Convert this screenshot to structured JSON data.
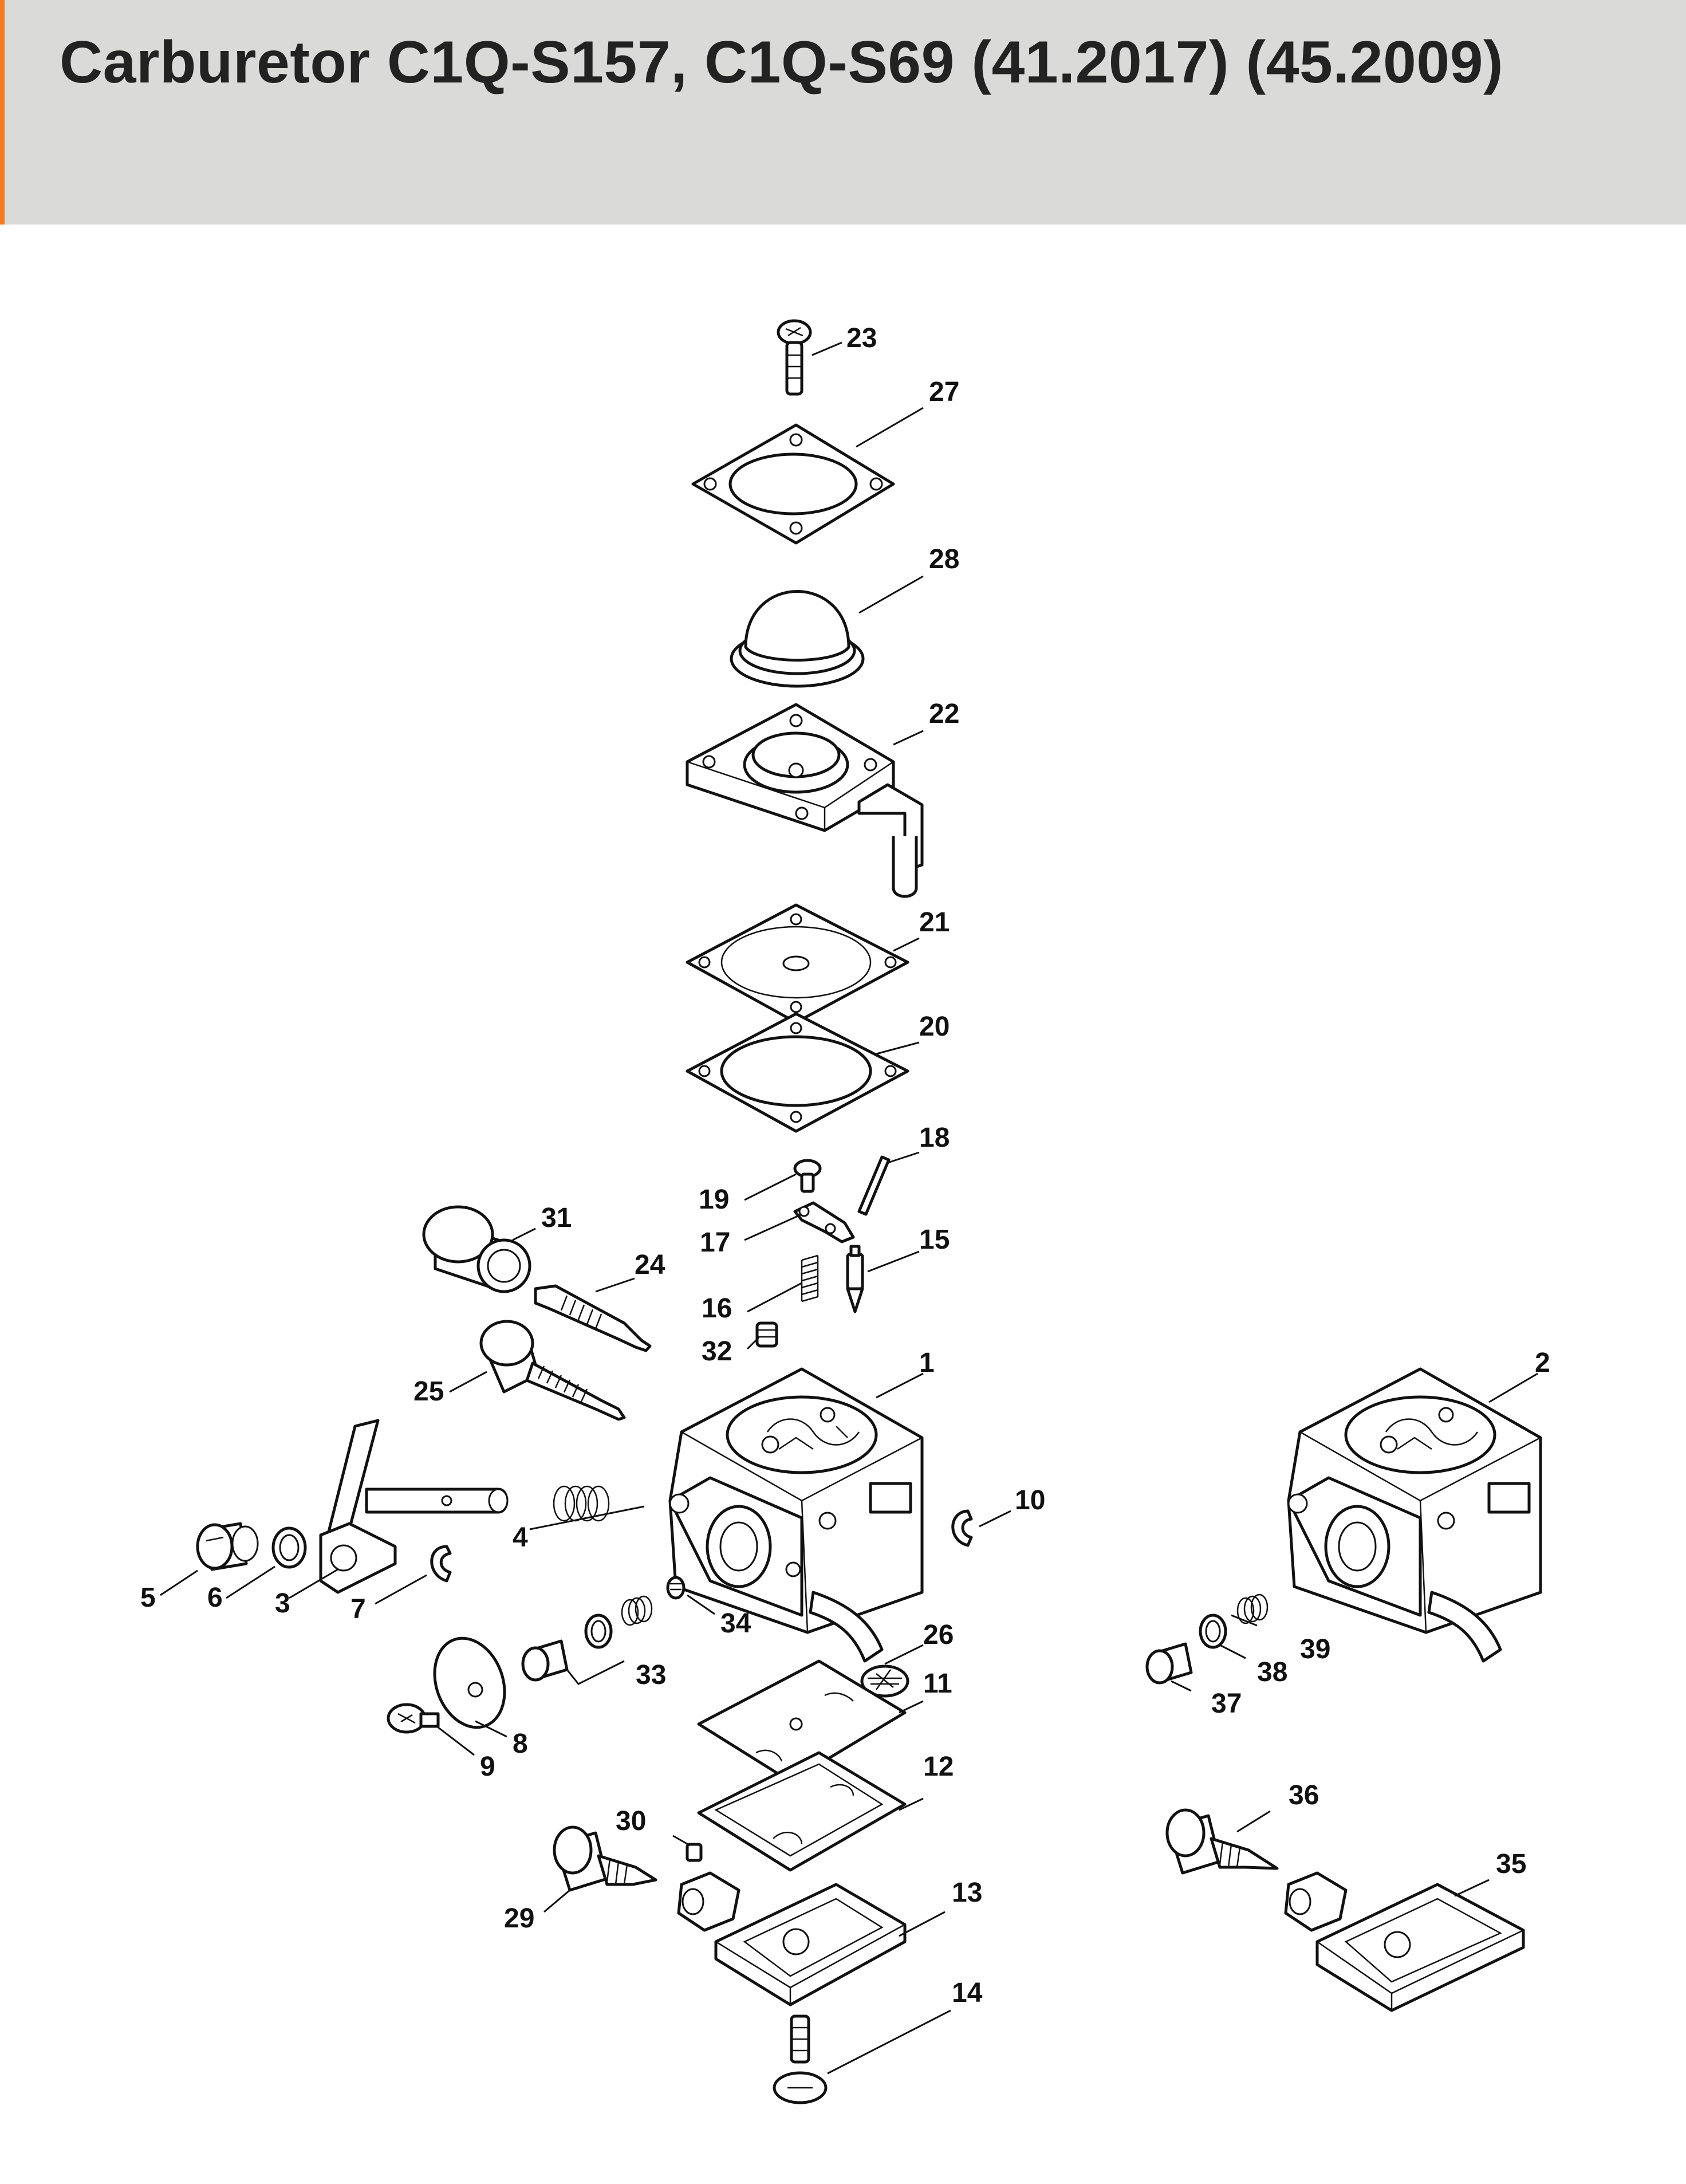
{
  "page": {
    "title": "Carburetor C1Q-S157, C1Q-S69 (41.2017) (45.2009)",
    "accent_color": "#f47c20",
    "header_bg": "#dadad8"
  },
  "diagram": {
    "parts": [
      {
        "id": "p1",
        "num": "1"
      },
      {
        "id": "p2",
        "num": "2"
      },
      {
        "id": "p3",
        "num": "3"
      },
      {
        "id": "p4",
        "num": "4"
      },
      {
        "id": "p5",
        "num": "5"
      },
      {
        "id": "p6",
        "num": "6"
      },
      {
        "id": "p7",
        "num": "7"
      },
      {
        "id": "p8",
        "num": "8"
      },
      {
        "id": "p9",
        "num": "9"
      },
      {
        "id": "p10",
        "num": "10"
      },
      {
        "id": "p11",
        "num": "11"
      },
      {
        "id": "p12",
        "num": "12"
      },
      {
        "id": "p13",
        "num": "13"
      },
      {
        "id": "p14",
        "num": "14"
      },
      {
        "id": "p15",
        "num": "15"
      },
      {
        "id": "p16",
        "num": "16"
      },
      {
        "id": "p17",
        "num": "17"
      },
      {
        "id": "p18",
        "num": "18"
      },
      {
        "id": "p19",
        "num": "19"
      },
      {
        "id": "p20",
        "num": "20"
      },
      {
        "id": "p21",
        "num": "21"
      },
      {
        "id": "p22",
        "num": "22"
      },
      {
        "id": "p23",
        "num": "23"
      },
      {
        "id": "p24",
        "num": "24"
      },
      {
        "id": "p25",
        "num": "25"
      },
      {
        "id": "p26",
        "num": "26"
      },
      {
        "id": "p27",
        "num": "27"
      },
      {
        "id": "p28",
        "num": "28"
      },
      {
        "id": "p29",
        "num": "29"
      },
      {
        "id": "p30",
        "num": "30"
      },
      {
        "id": "p31",
        "num": "31"
      },
      {
        "id": "p32",
        "num": "32"
      },
      {
        "id": "p33",
        "num": "33"
      },
      {
        "id": "p34",
        "num": "34"
      },
      {
        "id": "p35",
        "num": "35"
      },
      {
        "id": "p36",
        "num": "36"
      },
      {
        "id": "p37",
        "num": "37"
      },
      {
        "id": "p38",
        "num": "38"
      },
      {
        "id": "p39",
        "num": "39"
      }
    ]
  }
}
